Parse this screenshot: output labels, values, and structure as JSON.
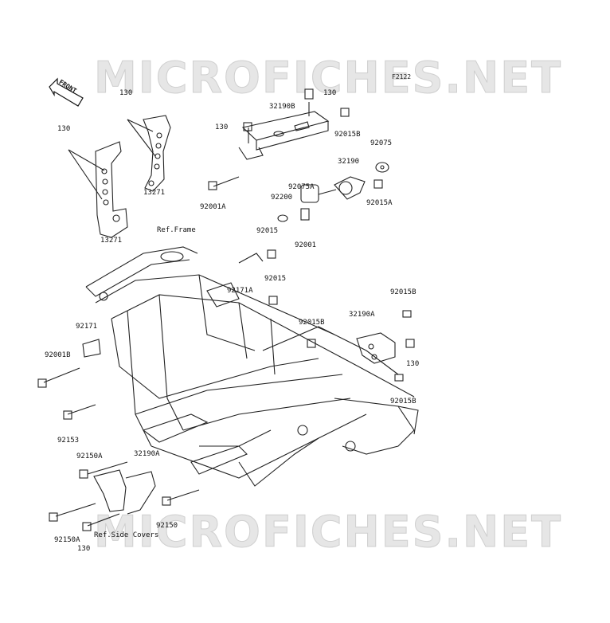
{
  "watermark": {
    "top": "MICROFICHES.NET",
    "bottom": "MICROFICHES.NET"
  },
  "diagram_code": "F2122",
  "front_label": "FRONT",
  "parts": [
    {
      "id": "p-130-a",
      "label": "130"
    },
    {
      "id": "p-130-b",
      "label": "130"
    },
    {
      "id": "p-130-c",
      "label": "130"
    },
    {
      "id": "p-130-d",
      "label": "130"
    },
    {
      "id": "p-130-e",
      "label": "130"
    },
    {
      "id": "p-130-f",
      "label": "130"
    },
    {
      "id": "p-13271-a",
      "label": "13271"
    },
    {
      "id": "p-13271-b",
      "label": "13271"
    },
    {
      "id": "p-32190b",
      "label": "32190B"
    },
    {
      "id": "p-92015b-a",
      "label": "92015B"
    },
    {
      "id": "p-92075",
      "label": "92075"
    },
    {
      "id": "p-32190",
      "label": "32190"
    },
    {
      "id": "p-92075a",
      "label": "92075A"
    },
    {
      "id": "p-92015a",
      "label": "92015A"
    },
    {
      "id": "p-92200",
      "label": "92200"
    },
    {
      "id": "p-92001a",
      "label": "92001A"
    },
    {
      "id": "p-ref-frame",
      "label": "Ref.Frame"
    },
    {
      "id": "p-92015-a",
      "label": "92015"
    },
    {
      "id": "p-92001",
      "label": "92001"
    },
    {
      "id": "p-92171a",
      "label": "92171A"
    },
    {
      "id": "p-92015-b",
      "label": "92015"
    },
    {
      "id": "p-92015b-b",
      "label": "92015B"
    },
    {
      "id": "p-32190a-a",
      "label": "32190A"
    },
    {
      "id": "p-92015b-c",
      "label": "92015B"
    },
    {
      "id": "p-92171",
      "label": "92171"
    },
    {
      "id": "p-92001b",
      "label": "92001B"
    },
    {
      "id": "p-92015b-d",
      "label": "92015B"
    },
    {
      "id": "p-92153",
      "label": "92153"
    },
    {
      "id": "p-92150a-a",
      "label": "92150A"
    },
    {
      "id": "p-32190a-b",
      "label": "32190A"
    },
    {
      "id": "p-92150",
      "label": "92150"
    },
    {
      "id": "p-92150a-b",
      "label": "92150A"
    },
    {
      "id": "p-ref-side-covers",
      "label": "Ref.Side Covers"
    }
  ]
}
